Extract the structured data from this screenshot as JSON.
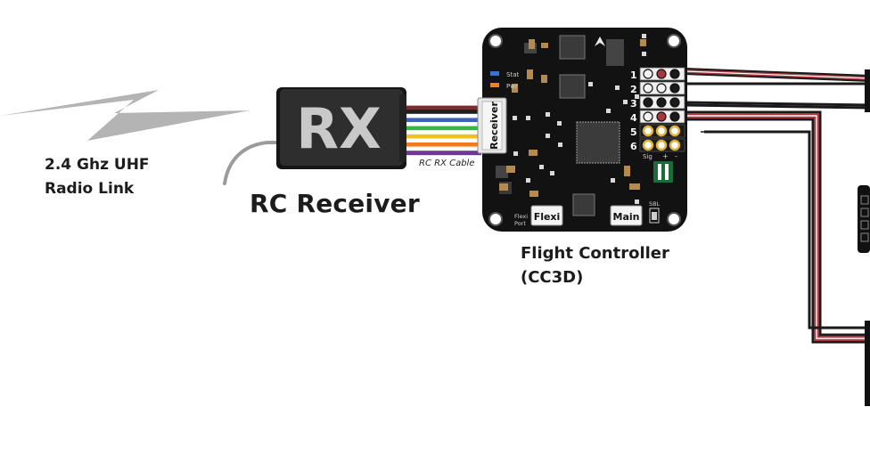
{
  "radio_link": {
    "line1": "2.4 Ghz UHF",
    "line2": "Radio Link"
  },
  "receiver": {
    "badge": "RX",
    "title": "RC Receiver",
    "cable_label": "RC RX Cable"
  },
  "flight_controller": {
    "title_line1": "Flight Controller",
    "title_line2": "(CC3D)",
    "receiver_port": "Receiver",
    "flexi_port": "Flexi",
    "main_port": "Main",
    "flexi_caption_1": "Flexi",
    "flexi_caption_2": "Port",
    "sbl_caption": "SBL",
    "stat_led": "Stat",
    "pwr_led": "Pwr",
    "pins": [
      "1",
      "2",
      "3",
      "4",
      "5",
      "6"
    ],
    "pin_header": {
      "sig": "Sig",
      "plus": "+",
      "minus": "-"
    }
  },
  "colors": {
    "board": "#121212",
    "rx_box": "#2e2e2e",
    "ribbon": [
      "#ffffff",
      "#7a2e33",
      "#1d1d1d",
      "#ffffff",
      "#3a62b5",
      "#ffffff",
      "#38b44a",
      "#ffffff",
      "#f2c01c",
      "#ffffff",
      "#f07a1e",
      "#ffffff",
      "#6d3a91"
    ],
    "servo_red": "#a8383f"
  },
  "icons": {
    "signal": "lightning-bolt-icon",
    "antenna": "antenna-wire-icon",
    "orientation": "arrow-up-icon"
  }
}
